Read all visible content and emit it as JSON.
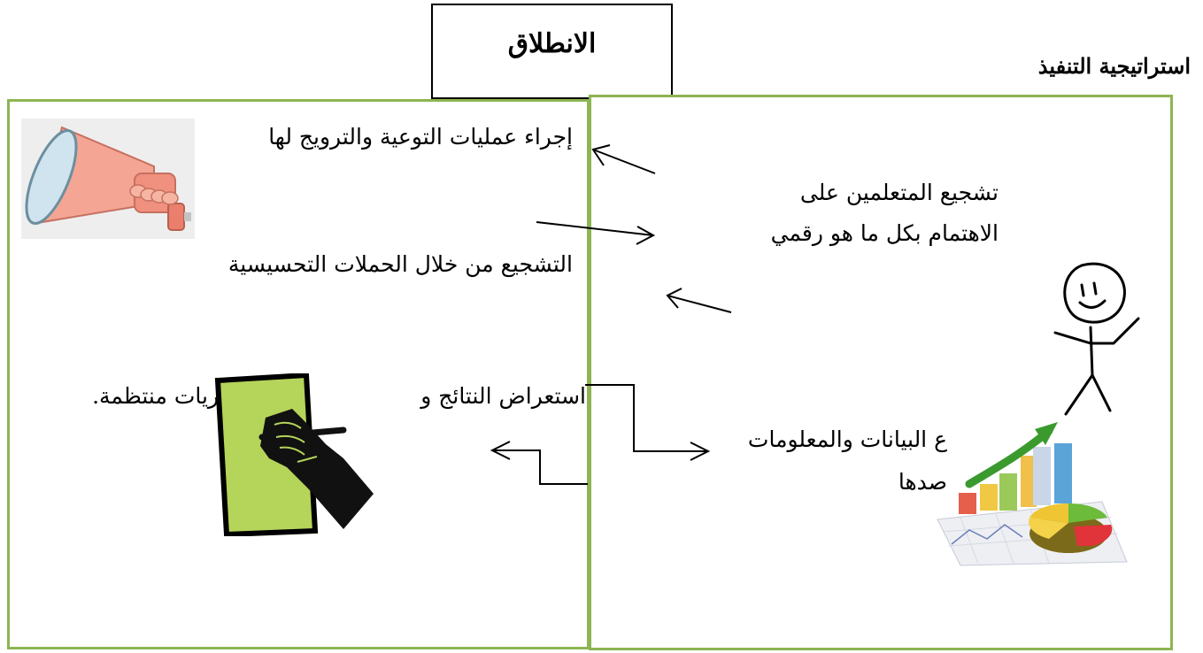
{
  "header": {
    "launch": "الانطلاق"
  },
  "strategy_title": "استراتيجية التنفيذ",
  "left_panel": {
    "item_1": "إجراء عمليات التوعية والترويج لها",
    "item_2": "التشجيع من خلال الحملات التحسيسية",
    "item_3_start": "استعراض النتائج و",
    "item_3_end": "ريات منتظمة."
  },
  "right_panel": {
    "item_1_line_1": "تشجيع المتعلمين على",
    "item_1_line_2": "الاهتمام بكل ما هو رقمي",
    "item_2_line_1": "ع البيانات والمعلومات",
    "item_2_line_2": "صدها"
  },
  "icons": [
    "megaphone-icon",
    "writing-hand-icon",
    "stick-figure-icon",
    "charts-icon"
  ],
  "colors": {
    "frame_border": "#8db552",
    "note_paper": "#b5d45a",
    "arrow_green": "#3a9a2e",
    "megaphone": "#f2a08e"
  }
}
